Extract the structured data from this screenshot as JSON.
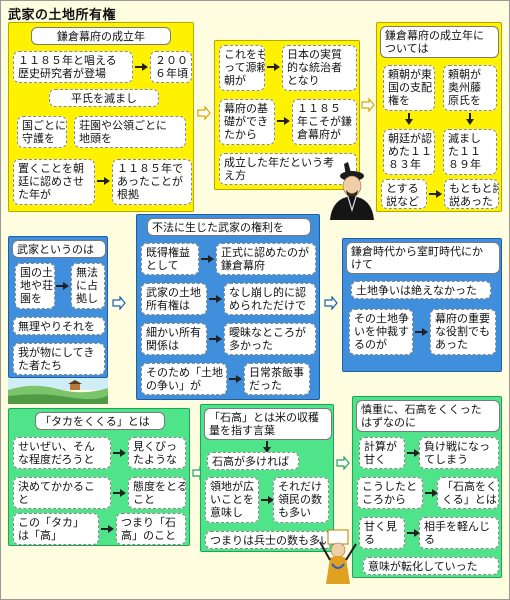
{
  "title": "武家の土地所有権",
  "panel1": {
    "heading": "鎌倉幕府の成立年",
    "claim": "１１８５年と唱える\n歴史研究者が登場",
    "claim_result": "２００\n６年頃",
    "sub_heading": "平氏を滅まし",
    "left": "国ごとに\n守護を",
    "right": "荘園や公領ごとに\n地頭を",
    "approval": "置くことを朝\n廷に認めさせ\nた年が",
    "conclusion": "１１８５年で\nあったことが\n根拠"
  },
  "panel2": {
    "a": "これをも\nって源頼\n朝が",
    "b": "日本の実質\n的な統治者\nとなり",
    "c": "幕府の基\n礎ができ\nたから",
    "d": "１１８５\n年こそが鎌\n倉幕府が",
    "e": "成立した年だという考\nえ方"
  },
  "panel3": {
    "heading": "鎌倉幕府の成立年に\nついては",
    "left_top": "頼朝が東\n国の支配\n権を",
    "left_bottom": "朝廷が認\nめた１１\n８３年",
    "right_top": "頼朝が\n奥州藤\n原氏を",
    "right_bottom": "滅まし\nた１１\n８９年",
    "footer_left": "とする\n説など",
    "footer_right": "もともと諸\n説あった"
  },
  "panel4": {
    "heading": "武家というのは",
    "a": "国の土\n地や荘\n園を",
    "b": "無法\nに占\n拠し",
    "c": "無理やりそれを",
    "d": "我が物にしてき\nた者たち"
  },
  "panel5": {
    "heading": "不法に生じた武家の権利を",
    "a": "既得権益\nとして",
    "b": "正式に認めたのが\n鎌倉幕府",
    "c": "武家の土地\n所有権は",
    "d": "なし崩し的に認\nめられただけで",
    "e": "細かい所有\n関係は",
    "f": "曖昧なところが\n多かった",
    "g": "そのため「土地\nの争い」が",
    "h": "日常茶飯事\nだった"
  },
  "panel6": {
    "heading": "鎌倉時代から室町時代にか\nけて",
    "a": "土地争いは絶えなかった",
    "b": "その土地争\nいを仲裁す\nるのが",
    "c": "幕府の重要\nな役割でも\nあった"
  },
  "panel7": {
    "heading": "「タカをくくる」とは",
    "a": "せいぜい、そん\nな程度だろうと",
    "b": "見くびっ\nたような",
    "c": "決めてかかるこ\nと",
    "d": "態度をとる\nこと",
    "e": "この「タカ」\nは「高」",
    "f": "つまり「石\n高」のこと"
  },
  "panel8": {
    "heading": "「石高」とは米の収穫\n量を指す言葉",
    "a": "石高が多ければ",
    "b": "領地が広\nいことを\n意味し",
    "c": "それだけ\n領民の数\nも多い",
    "d": "つまりは兵士の数も多い"
  },
  "panel9": {
    "heading": "慎重に、石高をくくった\nはずなのに",
    "a": "計算が\n甘く",
    "b": "負け戦になっ\nてしまう",
    "c": "こうしたと\nころから",
    "d": "「石高をく\nくる」とは",
    "e": "甘く見\nる",
    "f": "相手を軽んじ\nる",
    "g": "意味が転化していった"
  },
  "colors": {
    "yellow": "#fff200",
    "blue": "#3f8fdd",
    "green": "#4fe38a",
    "background": "#fffde0"
  }
}
